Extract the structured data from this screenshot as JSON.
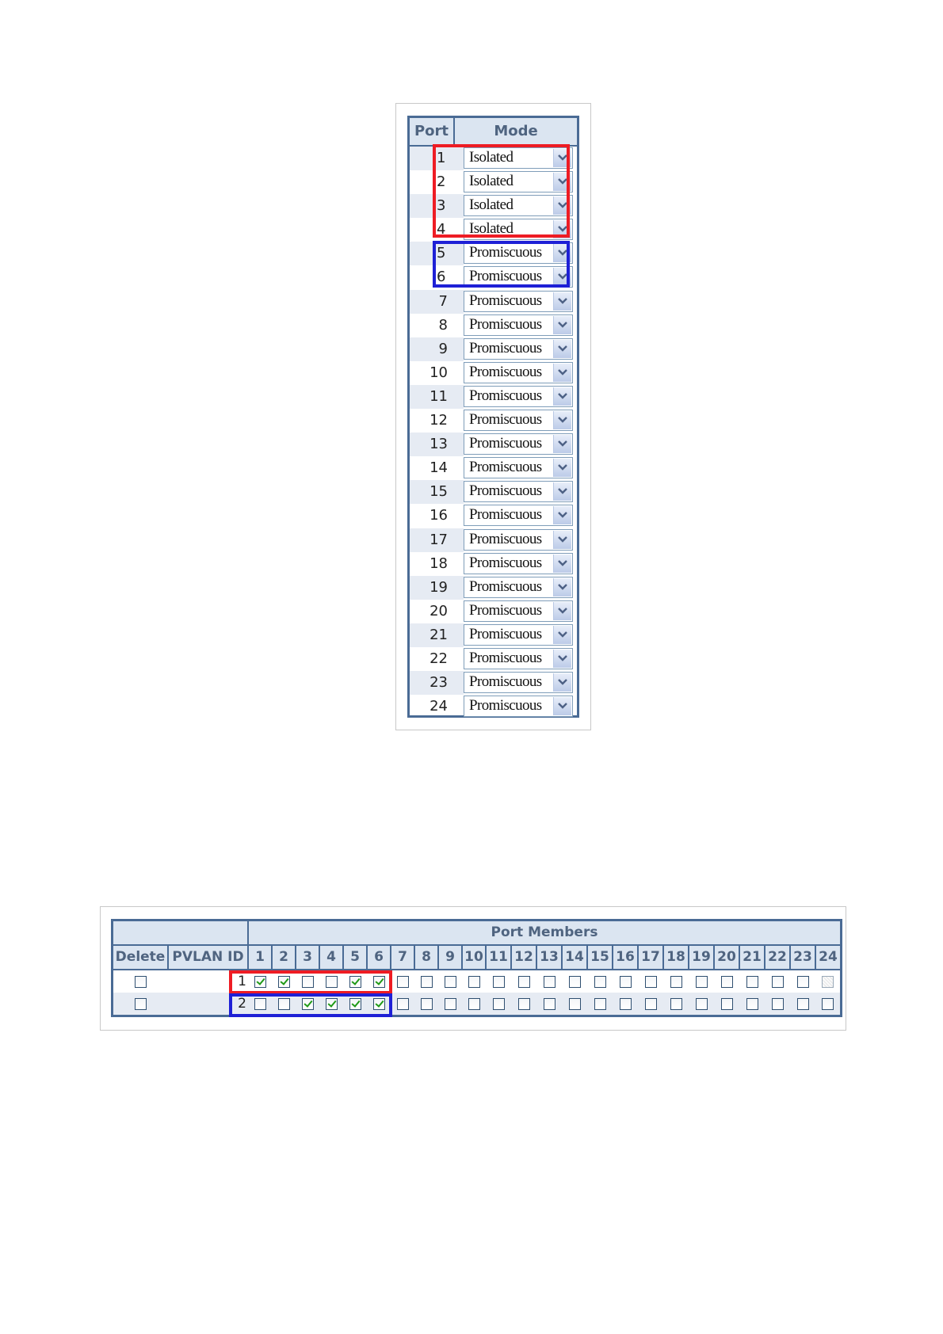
{
  "mode_table": {
    "headers": {
      "port": "Port",
      "mode": "Mode"
    },
    "rows": [
      {
        "port": "1",
        "mode": "Isolated"
      },
      {
        "port": "2",
        "mode": "Isolated"
      },
      {
        "port": "3",
        "mode": "Isolated"
      },
      {
        "port": "4",
        "mode": "Isolated"
      },
      {
        "port": "5",
        "mode": "Promiscuous"
      },
      {
        "port": "6",
        "mode": "Promiscuous"
      },
      {
        "port": "7",
        "mode": "Promiscuous"
      },
      {
        "port": "8",
        "mode": "Promiscuous"
      },
      {
        "port": "9",
        "mode": "Promiscuous"
      },
      {
        "port": "10",
        "mode": "Promiscuous"
      },
      {
        "port": "11",
        "mode": "Promiscuous"
      },
      {
        "port": "12",
        "mode": "Promiscuous"
      },
      {
        "port": "13",
        "mode": "Promiscuous"
      },
      {
        "port": "14",
        "mode": "Promiscuous"
      },
      {
        "port": "15",
        "mode": "Promiscuous"
      },
      {
        "port": "16",
        "mode": "Promiscuous"
      },
      {
        "port": "17",
        "mode": "Promiscuous"
      },
      {
        "port": "18",
        "mode": "Promiscuous"
      },
      {
        "port": "19",
        "mode": "Promiscuous"
      },
      {
        "port": "20",
        "mode": "Promiscuous"
      },
      {
        "port": "21",
        "mode": "Promiscuous"
      },
      {
        "port": "22",
        "mode": "Promiscuous"
      },
      {
        "port": "23",
        "mode": "Promiscuous"
      },
      {
        "port": "24",
        "mode": "Promiscuous"
      }
    ]
  },
  "pvlan_table": {
    "headers": {
      "port_members": "Port Members",
      "delete": "Delete",
      "pvlan_id": "PVLAN ID",
      "ports": [
        "1",
        "2",
        "3",
        "4",
        "5",
        "6",
        "7",
        "8",
        "9",
        "10",
        "11",
        "12",
        "13",
        "14",
        "15",
        "16",
        "17",
        "18",
        "19",
        "20",
        "21",
        "22",
        "23",
        "24"
      ]
    },
    "rows": [
      {
        "pvlan_id": "1",
        "delete": false,
        "members": [
          true,
          true,
          false,
          false,
          true,
          true,
          false,
          false,
          false,
          false,
          false,
          false,
          false,
          false,
          false,
          false,
          false,
          false,
          false,
          false,
          false,
          false,
          false,
          false
        ],
        "disabled_ports": [
          "24"
        ]
      },
      {
        "pvlan_id": "2",
        "delete": false,
        "members": [
          false,
          false,
          true,
          true,
          true,
          true,
          false,
          false,
          false,
          false,
          false,
          false,
          false,
          false,
          false,
          false,
          false,
          false,
          false,
          false,
          false,
          false,
          false,
          false
        ],
        "disabled_ports": []
      }
    ]
  },
  "highlight_colors": {
    "red": "#ee1c24",
    "blue": "#1e20d6"
  }
}
